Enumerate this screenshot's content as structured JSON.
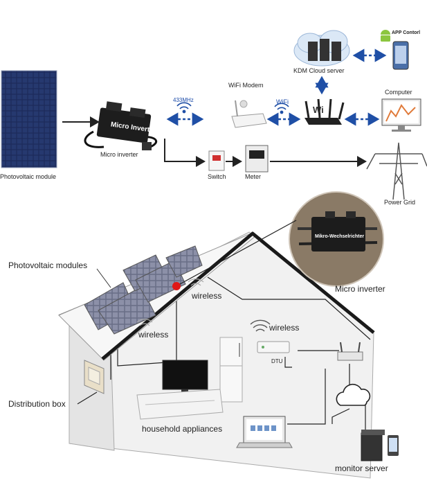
{
  "top_diagram": {
    "photovoltaic_module": "Photovoltaic module",
    "micro_inverter": "Micro inverter",
    "device_text": "Micro Inverter",
    "freq_433": "433MHz",
    "wifi_modem": "WiFi Modem",
    "wifi": "WiFi",
    "kdm_cloud_server": "KDM Cloud server",
    "app_control": "APP Contorl",
    "computer": "Computer",
    "switch": "Switch",
    "meter": "Meter",
    "power_grid": "Power Grid"
  },
  "bottom_diagram": {
    "photovoltaic_modules": "Photovoltaic modules",
    "micro_inverter": "Micro inverter",
    "device_text": "Mikro-Wechselrichter",
    "wireless_roof": "wireless",
    "wireless_left": "wireless",
    "wireless_dtu": "wireless",
    "dtu": "DTU",
    "distribution_box": "Distribution box",
    "household_appliances": "household appliances",
    "monitor_server": "monitor server"
  },
  "colors": {
    "arrow_blue": "#1f4fa6",
    "line_dark": "#222222",
    "panel_blue": "#1c2a5a",
    "house_fill": "#f0f0f0",
    "marker_red": "#e01818"
  }
}
